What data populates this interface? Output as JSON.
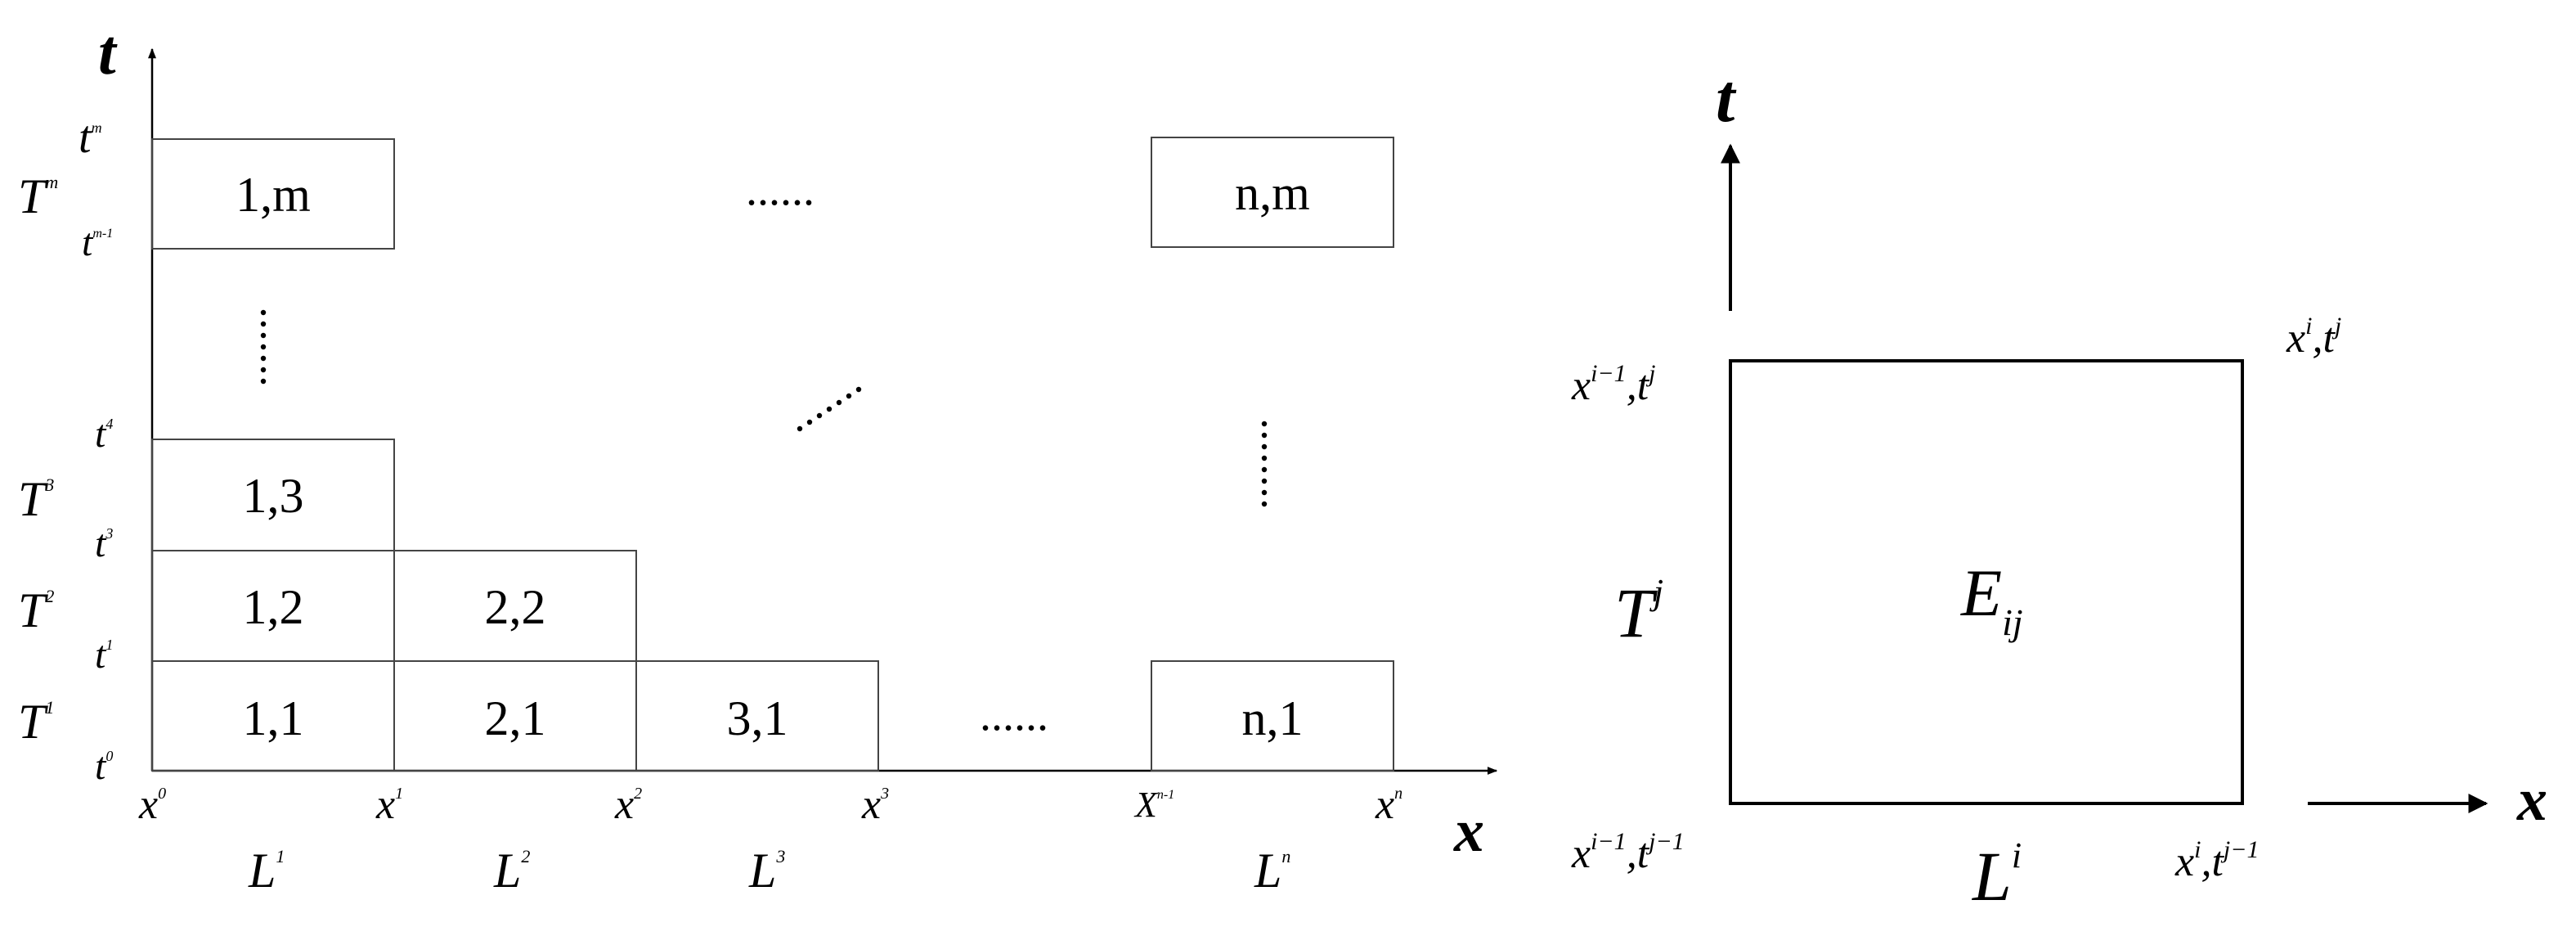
{
  "left_diagram": {
    "axis_t": "t",
    "axis_x": "x",
    "x_ticks": [
      {
        "base": "x",
        "sup": "0"
      },
      {
        "base": "x",
        "sup": "1"
      },
      {
        "base": "x",
        "sup": "2"
      },
      {
        "base": "x",
        "sup": "3"
      },
      {
        "base": "X",
        "sup": "n-1"
      },
      {
        "base": "x",
        "sup": "n"
      }
    ],
    "t_ticks": [
      {
        "base": "t",
        "sup": "0"
      },
      {
        "base": "t",
        "sup": "1"
      },
      {
        "base": "t",
        "sup": "3"
      },
      {
        "base": "t",
        "sup": "4"
      },
      {
        "base": "t",
        "sup": "m-1"
      },
      {
        "base": "t",
        "sup": "m"
      }
    ],
    "L_labels": [
      {
        "base": "L",
        "sup": "1"
      },
      {
        "base": "L",
        "sup": "2"
      },
      {
        "base": "L",
        "sup": "3"
      },
      {
        "base": "L",
        "sup": "n"
      }
    ],
    "T_labels": [
      {
        "base": "T",
        "sup": "1"
      },
      {
        "base": "T",
        "sup": "2"
      },
      {
        "base": "T",
        "sup": "3"
      },
      {
        "base": "T",
        "sup": "m"
      }
    ],
    "cells": [
      "1,1",
      "2,1",
      "3,1",
      "n,1",
      "1,2",
      "2,2",
      "1,3",
      "1,m",
      "n,m"
    ],
    "ellipsis": "......"
  },
  "right_element": {
    "axis_t": "t",
    "axis_x": "x",
    "element_label": {
      "base": "E",
      "sub": "ij"
    },
    "T_label": {
      "base": "T",
      "sup": "j"
    },
    "L_label": {
      "base": "L",
      "sup": "i"
    },
    "corners": {
      "top_left": {
        "x": "x",
        "xsup": "i−1",
        "sep": ",",
        "t": "t",
        "tsup": "j"
      },
      "top_right": {
        "x": "x",
        "xsup": "i",
        "sep": ",",
        "t": "t",
        "tsup": "j"
      },
      "bottom_left": {
        "x": "x",
        "xsup": "i−1",
        "sep": ",",
        "t": "t",
        "tsup": "j−1"
      },
      "bottom_right": {
        "x": "x",
        "xsup": "i",
        "sep": ",",
        "t": "t",
        "tsup": "j−1"
      }
    }
  }
}
